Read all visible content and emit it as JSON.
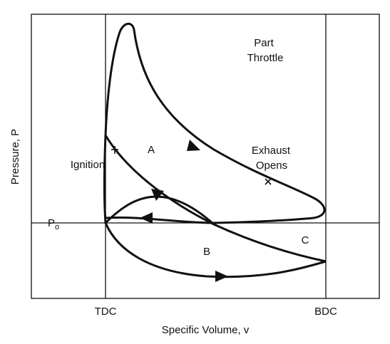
{
  "diagram": {
    "y_axis_label": "Pressure, P",
    "x_axis_label": "Specific Volume, v",
    "tick_tdc": "TDC",
    "tick_bdc": "BDC",
    "p0_main": "P",
    "p0_sub": "o",
    "label_part": "Part",
    "label_throttle": "Throttle",
    "label_exhaust": "Exhaust",
    "label_opens": "Opens",
    "label_ignition": "Ignition",
    "region_a": "A",
    "region_b": "B",
    "region_c": "C",
    "line_color": "#111111",
    "background": "#ffffff"
  }
}
